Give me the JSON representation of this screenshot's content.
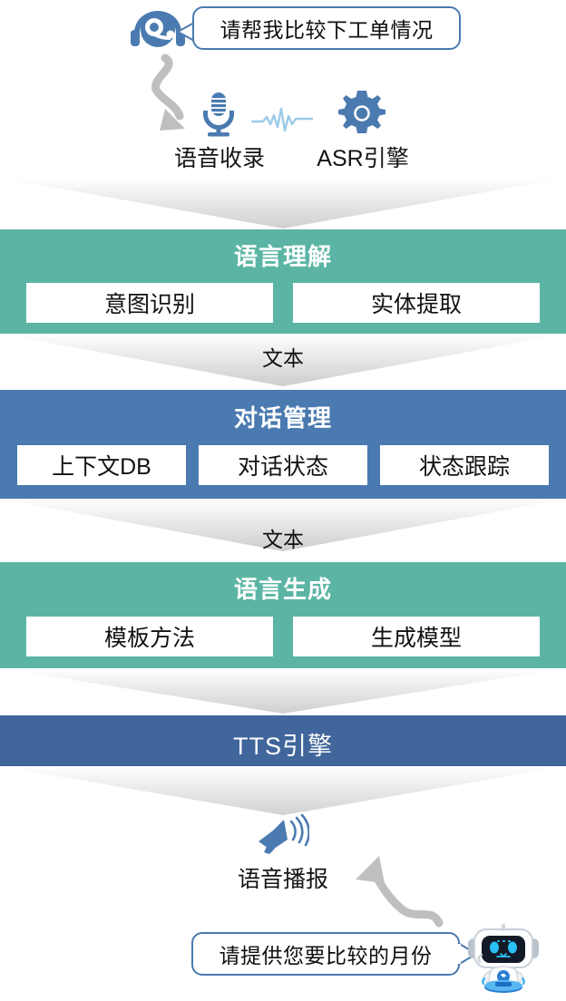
{
  "top": {
    "headset_icon": "headset-operator-icon",
    "user_message": "请帮我比较下工单情况",
    "flow_arrow_icon": "curved-down-arrow-icon"
  },
  "capture": {
    "mic_icon": "microphone-icon",
    "wave_icon": "audio-waveform-icon",
    "gear_icon": "gear-icon",
    "capture_label": "语音收录",
    "asr_label": "ASR引擎"
  },
  "connectors": [
    {
      "label": "文本"
    },
    {
      "label": "文本"
    }
  ],
  "stages": [
    {
      "title": "语言理解",
      "color": "#5cb5a4",
      "boxes": [
        "意图识别",
        "实体提取"
      ]
    },
    {
      "title": "对话管理",
      "color": "#4a7ab0",
      "boxes": [
        "上下文DB",
        "对话状态",
        "状态跟踪"
      ]
    },
    {
      "title": "语言生成",
      "color": "#5cb5a4",
      "boxes": [
        "模板方法",
        "生成模型"
      ]
    },
    {
      "title": "TTS引擎",
      "color": "#40669b",
      "boxes": []
    }
  ],
  "output": {
    "speaker_icon": "speaker-announce-icon",
    "broadcast_label": "语音播报",
    "return_arrow_icon": "curved-up-arrow-icon",
    "bot_message": "请提供您要比较的月份",
    "robot_icon": "robot-assistant-icon"
  },
  "theme": {
    "green": "#5cb5a4",
    "blue": "#4a7ab0",
    "dark_blue": "#40669b",
    "icon_blue": "#4a7ab0",
    "arrow_gray": "#bfbfbf",
    "chevron_gray": "#d9d9d9"
  }
}
